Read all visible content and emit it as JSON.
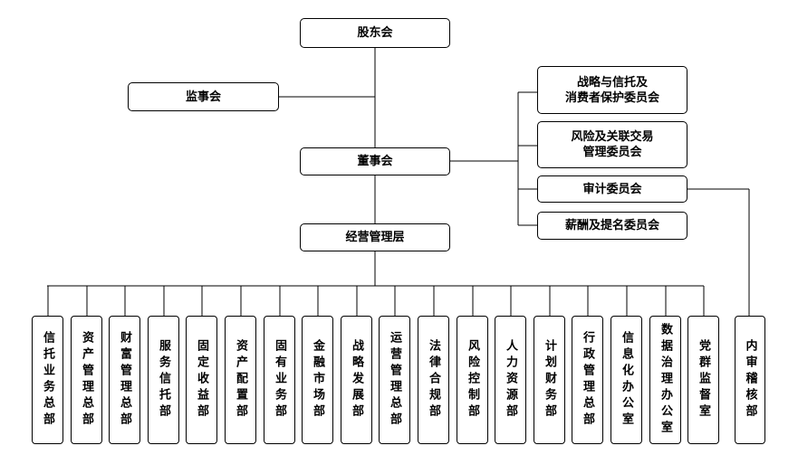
{
  "governance": {
    "shareholders": "股东会",
    "supervisors": "监事会",
    "board": "董事会",
    "management": "经营管理层"
  },
  "committees": [
    {
      "line1": "战略与信托及",
      "line2": "消费者保护委员会"
    },
    {
      "line1": "风险及关联交易",
      "line2": "管理委员会"
    },
    {
      "line1": "审计委员会",
      "line2": ""
    },
    {
      "line1": "薪酬及提名委员会",
      "line2": ""
    }
  ],
  "departments": [
    "信托业务总部",
    "资产管理总部",
    "财富管理总部",
    "服务信托部",
    "固定收益部",
    "资产配置部",
    "固有业务部",
    "金融市场部",
    "战略发展部",
    "运营管理总部",
    "法律合规部",
    "风险控制部",
    "人力资源部",
    "计划财务部",
    "行政管理总部",
    "信息化办公室",
    "数据治理办公室",
    "党群监督室"
  ],
  "audit_department": "内审稽核部"
}
